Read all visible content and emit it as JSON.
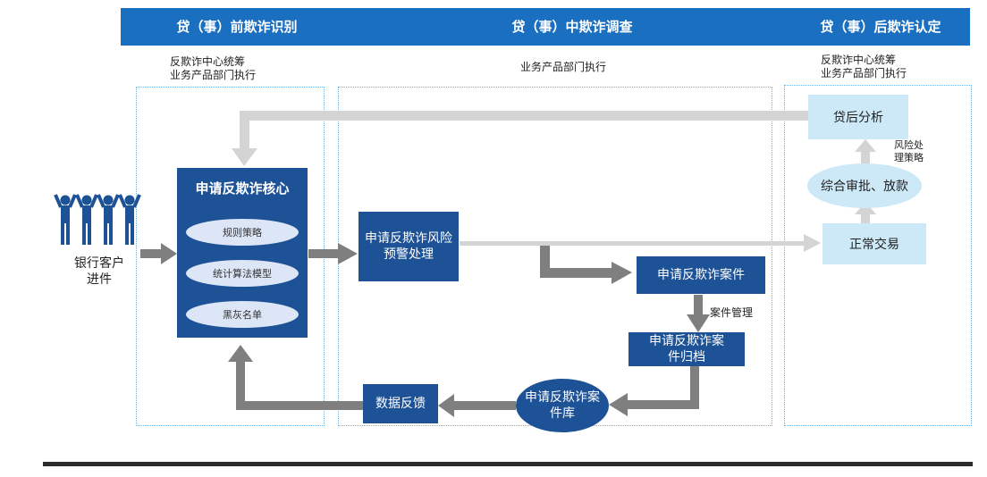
{
  "header": {
    "col1": "贷（事）前欺诈识别",
    "col2": "贷（事）中欺诈调查",
    "col3": "贷（事）后欺诈认定"
  },
  "notes": {
    "col1_line1": "反欺诈中心统筹",
    "col1_line2": "业务产品部门执行",
    "col2_line1": "业务产品部门执行",
    "col3_line1": "反欺诈中心统筹",
    "col3_line2": "业务产品部门执行"
  },
  "customer": {
    "icon": "people-group-icon",
    "label_line1": "银行客户",
    "label_line2": "进件"
  },
  "core": {
    "title": "申请反欺诈核心",
    "items": [
      "规则策略",
      "统计算法模型",
      "黑灰名单"
    ]
  },
  "nodes": {
    "risk_warning": "申请反欺诈风险预警处理",
    "fraud_case": "申请反欺诈案件",
    "case_mgmt_label": "案件管理",
    "case_archive": "申请反欺诈案件归档",
    "case_library": "申请反欺诈案件库",
    "data_feedback": "数据反馈",
    "post_loan": "贷后分析",
    "risk_strategy_line1": "风险处",
    "risk_strategy_line2": "理策略",
    "approval": "综合审批、放款",
    "normal_trade": "正常交易"
  },
  "colors": {
    "header_blue": "#1a6fc0",
    "dark_node": "#1e5296",
    "light_node": "#cde8f7",
    "arrow_dark": "#7f7f7f",
    "arrow_light": "#d4d4d4"
  }
}
